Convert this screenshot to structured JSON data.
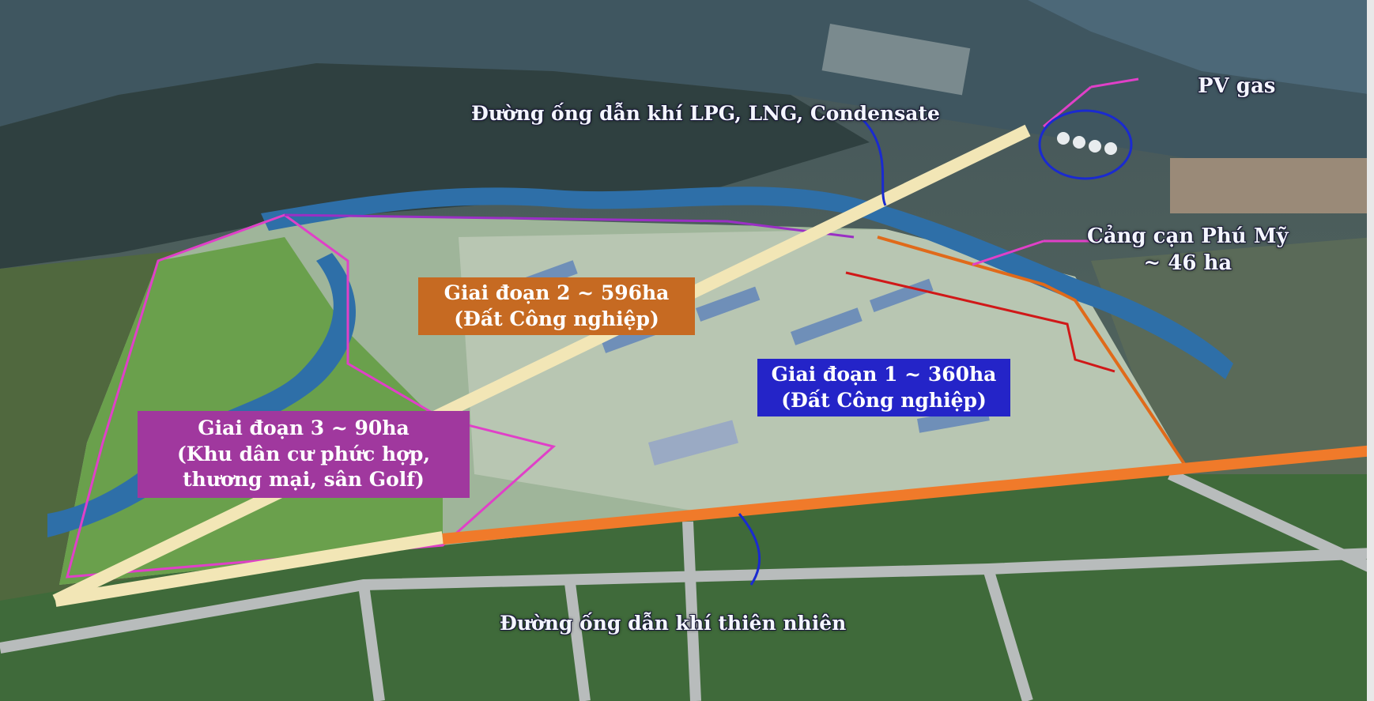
{
  "map": {
    "labels": {
      "pipeline_lpg": "Đường ống dẫn khí  LPG, LNG, Condensate",
      "pv_gas": "PV gas",
      "port_name": "Cảng cạn Phú Mỹ",
      "port_area": "~ 46 ha",
      "phase2_title": "Giai đoạn 2 ~ 596ha",
      "phase2_use": "(Đất Công nghiệp)",
      "phase1_title": "Giai đoạn 1 ~ 360ha",
      "phase1_use": "(Đất Công nghiệp)",
      "phase3_title": "Giai đoạn 3 ~ 90ha",
      "phase3_use_1": "(Khu dân cư phức hợp,",
      "phase3_use_2": "thương mại,  sân Golf)",
      "pipeline_natural": "Đường ống dẫn khí  thiên nhiên"
    },
    "colors": {
      "phase3_boundary": "#e040c8",
      "phase2_boundary": "#9a2fc4",
      "phase1_boundary": "#e06a1a",
      "pipeline_lpg": "#f2e6b6",
      "pipeline_natural": "#f07a2a",
      "red_line": "#d01818",
      "pointer_blue": "#1a2ad0",
      "pointer_pink": "#e040c8"
    }
  }
}
